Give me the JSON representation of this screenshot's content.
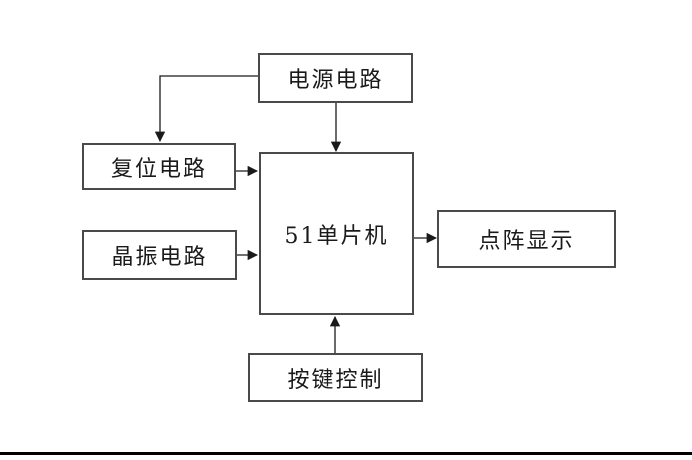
{
  "colors": {
    "background": "#ffffff",
    "box_border": "#4a4a4a",
    "connector_line": "#1a1a1a",
    "text": "#1a1a1a",
    "bottom_rule": "#000000"
  },
  "diagram": {
    "nodes": {
      "power": {
        "label": "电源电路"
      },
      "reset": {
        "label": "复位电路"
      },
      "crystal": {
        "label": "晶振电路"
      },
      "mcu": {
        "label": "51单片机"
      },
      "display": {
        "label": "点阵显示"
      },
      "keys": {
        "label": "按键控制"
      }
    },
    "edges": [
      {
        "from": "power",
        "to": "mcu"
      },
      {
        "from": "power",
        "to": "reset"
      },
      {
        "from": "reset",
        "to": "mcu"
      },
      {
        "from": "crystal",
        "to": "mcu"
      },
      {
        "from": "mcu",
        "to": "display"
      },
      {
        "from": "keys",
        "to": "mcu"
      }
    ]
  }
}
